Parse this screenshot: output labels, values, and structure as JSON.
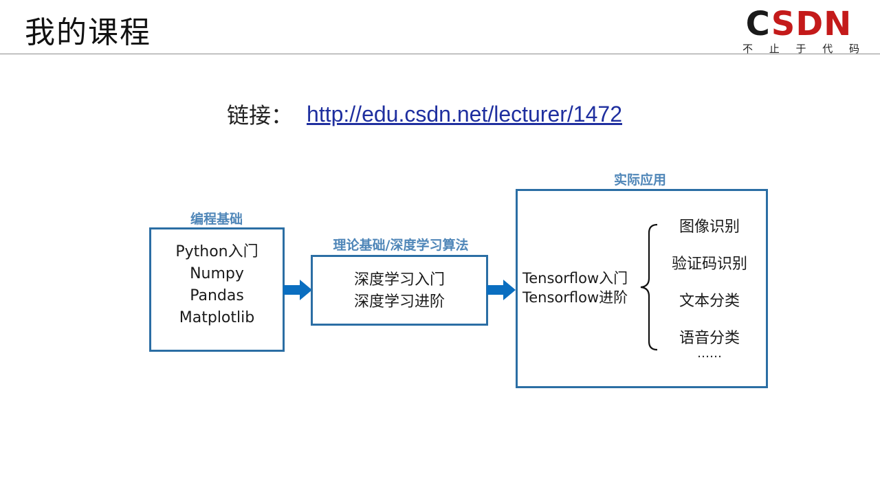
{
  "slide": {
    "title": "我的课程"
  },
  "logo": {
    "brand": "CSDN",
    "slogan_chars": [
      "不",
      "止",
      "于",
      "代",
      "码"
    ]
  },
  "link": {
    "label": "链接：",
    "url": "http://edu.csdn.net/lecturer/1472"
  },
  "diagram": {
    "basics": {
      "title": "编程基础",
      "items": [
        "Python入门",
        "Numpy",
        "Pandas",
        "Matplotlib"
      ]
    },
    "theory": {
      "title": "理论基础/深度学习算法",
      "items": [
        "深度学习入门",
        "深度学习进阶"
      ]
    },
    "practice": {
      "title": "实际应用",
      "items": [
        "Tensorflow入门",
        "Tensorflow进阶"
      ],
      "applications": [
        "图像识别",
        "验证码识别",
        "文本分类",
        "语音分类",
        "……"
      ]
    }
  },
  "colors": {
    "box_border": "#2b6ea4",
    "box_label": "#4f86b8",
    "arrow": "#0a6ec0",
    "link": "#1f2f9f",
    "logo_red": "#c41a1a"
  }
}
